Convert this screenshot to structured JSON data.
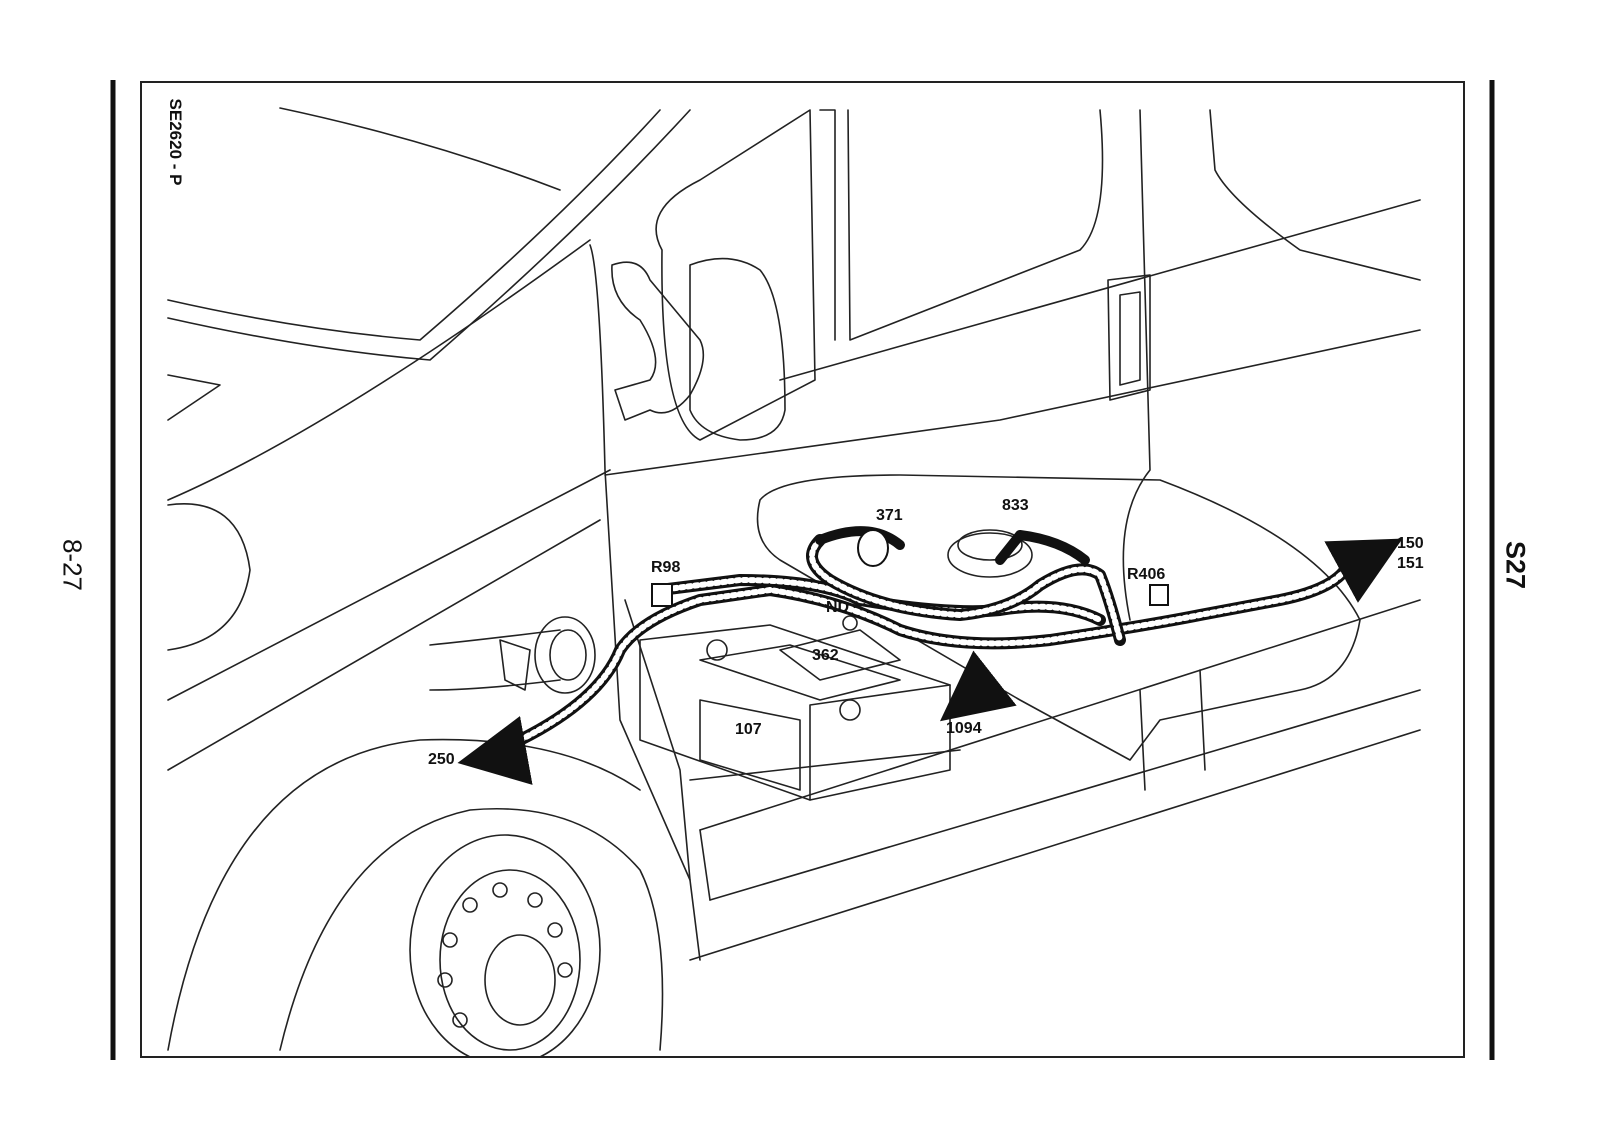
{
  "page_number": "8-27",
  "section_code": "S27",
  "figure_ref": "SE2620 - P",
  "component_labels": {
    "c371": "371",
    "c833": "833",
    "r98": "R98",
    "nd": "ND",
    "r406": "R406",
    "c150": "150",
    "c151": "151",
    "c362": "362",
    "c107": "107",
    "c1094": "1094",
    "c250": "250"
  }
}
